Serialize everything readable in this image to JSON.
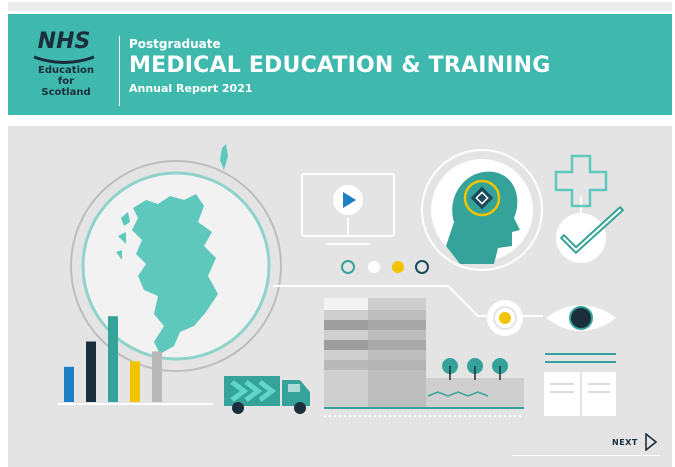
{
  "logo": {
    "wordmark": "NHS",
    "line1": "Education",
    "line2": "for",
    "line3": "Scotland"
  },
  "header": {
    "kicker": "Postgraduate",
    "title": "MEDICAL EDUCATION & TRAINING",
    "subtitle": "Annual Report 2021"
  },
  "nav": {
    "next_label": "NEXT",
    "next_icon": "chevron-right-outline-icon"
  },
  "colors": {
    "header_teal": "#3fb8ad",
    "navy": "#1b2e3c",
    "light_teal": "#5fc8bc",
    "blue": "#1f7fc4",
    "yellow": "#f2c400",
    "grey_bg": "#e4e4e4"
  },
  "illustration": {
    "bar_chart": {
      "values": [
        0.32,
        0.55,
        0.78,
        0.37,
        0.46
      ],
      "colors": [
        "#1f7fc4",
        "#1b2e3c",
        "#35a39a",
        "#f2c400",
        "#b8b8b8"
      ]
    },
    "carousel_dots": [
      "outline",
      "filled-white",
      "filled-yellow",
      "outline-navy"
    ],
    "icons": [
      "scotland-map-icon",
      "video-player-icon",
      "head-brain-icon",
      "plus-icon",
      "checkmark-icon",
      "eye-icon",
      "document-icon",
      "building-icon",
      "truck-icon",
      "trees-icon",
      "target-icon"
    ]
  }
}
